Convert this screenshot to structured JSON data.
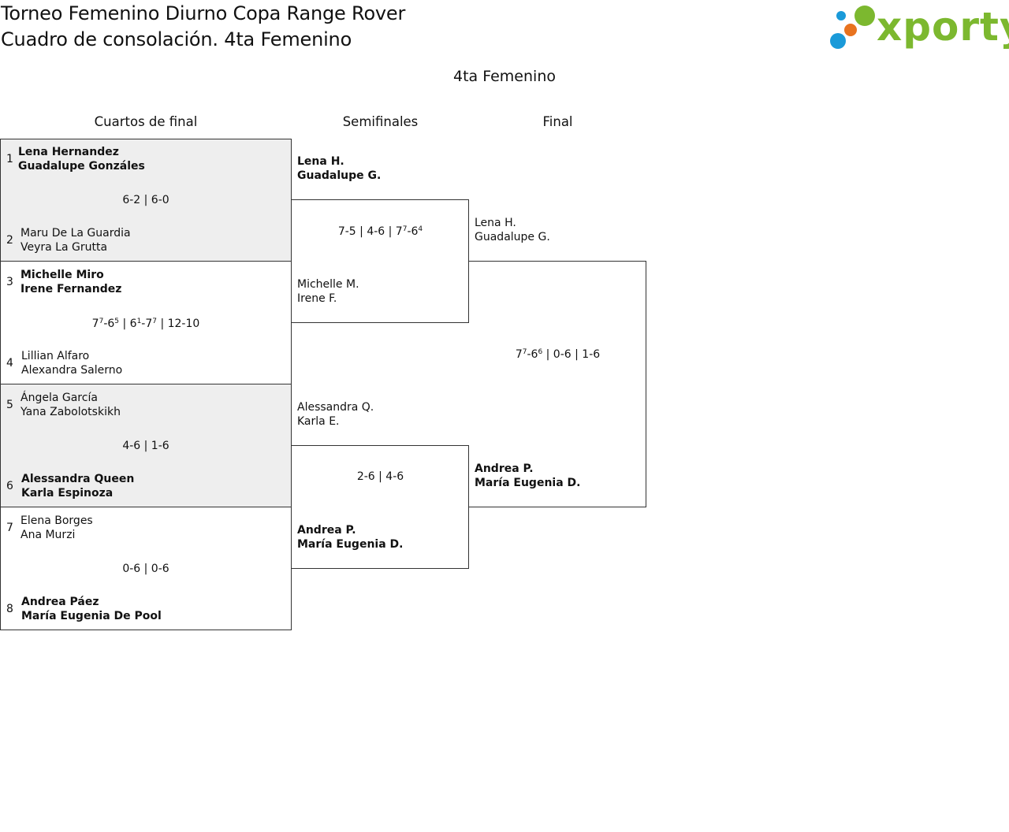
{
  "header": {
    "title": "Torneo Femenino Diurno Copa Range Rover",
    "subtitle": "Cuadro de consolación. 4ta Femenino",
    "logo_text": "xporty",
    "logo_colors": [
      "#1a9ad9",
      "#e8731f",
      "#7cb82f"
    ]
  },
  "category": "4ta Femenino",
  "rounds": [
    "Cuartos de final",
    "Semifinales",
    "Final"
  ],
  "quarterfinals": [
    {
      "top": {
        "seed": "1",
        "p1": "Lena Hernandez",
        "p2": "Guadalupe Gonzáles"
      },
      "score_parts": [
        "6-2 | 6-0"
      ],
      "bottom": {
        "seed": "2",
        "p1": "Maru De La Guardia",
        "p2": "Veyra La Grutta"
      }
    },
    {
      "top": {
        "seed": "3",
        "p1": "Michelle Miro",
        "p2": "Irene Fernandez"
      },
      "score_parts": [
        "7",
        "7",
        "-6",
        "5",
        " | 6",
        "1",
        "-7",
        "7",
        " | 12-10"
      ],
      "bottom": {
        "seed": "4",
        "p1": "Lillian Alfaro",
        "p2": "Alexandra Salerno"
      }
    },
    {
      "top": {
        "seed": "5",
        "p1": "Ángela García",
        "p2": "Yana Zabolotskikh"
      },
      "score_parts": [
        "4-6 | 1-6"
      ],
      "bottom": {
        "seed": "6",
        "p1": "Alessandra Queen",
        "p2": "Karla Espinoza"
      }
    },
    {
      "top": {
        "seed": "7",
        "p1": "Elena Borges",
        "p2": "Ana Murzi"
      },
      "score_parts": [
        "0-6 | 0-6"
      ],
      "bottom": {
        "seed": "8",
        "p1": "Andrea Páez",
        "p2": "María Eugenia De Pool"
      }
    }
  ],
  "semifinals": [
    {
      "top": {
        "p1": "Lena H.",
        "p2": "Guadalupe G."
      },
      "score_parts": [
        "7-5 | 4-6 | 7",
        "7",
        "-6",
        "4"
      ],
      "bottom": {
        "p1": "Michelle M.",
        "p2": "Irene F."
      }
    },
    {
      "top": {
        "p1": "Alessandra Q.",
        "p2": "Karla E."
      },
      "score_parts": [
        "2-6 | 4-6"
      ],
      "bottom": {
        "p1": "Andrea P.",
        "p2": "María Eugenia D."
      }
    }
  ],
  "final": {
    "top": {
      "p1": "Lena H.",
      "p2": "Guadalupe G."
    },
    "score_parts": [
      "7",
      "7",
      "-6",
      "6",
      " | 0-6 | 1-6"
    ],
    "bottom": {
      "p1": "Andrea P.",
      "p2": "María Eugenia D."
    }
  }
}
